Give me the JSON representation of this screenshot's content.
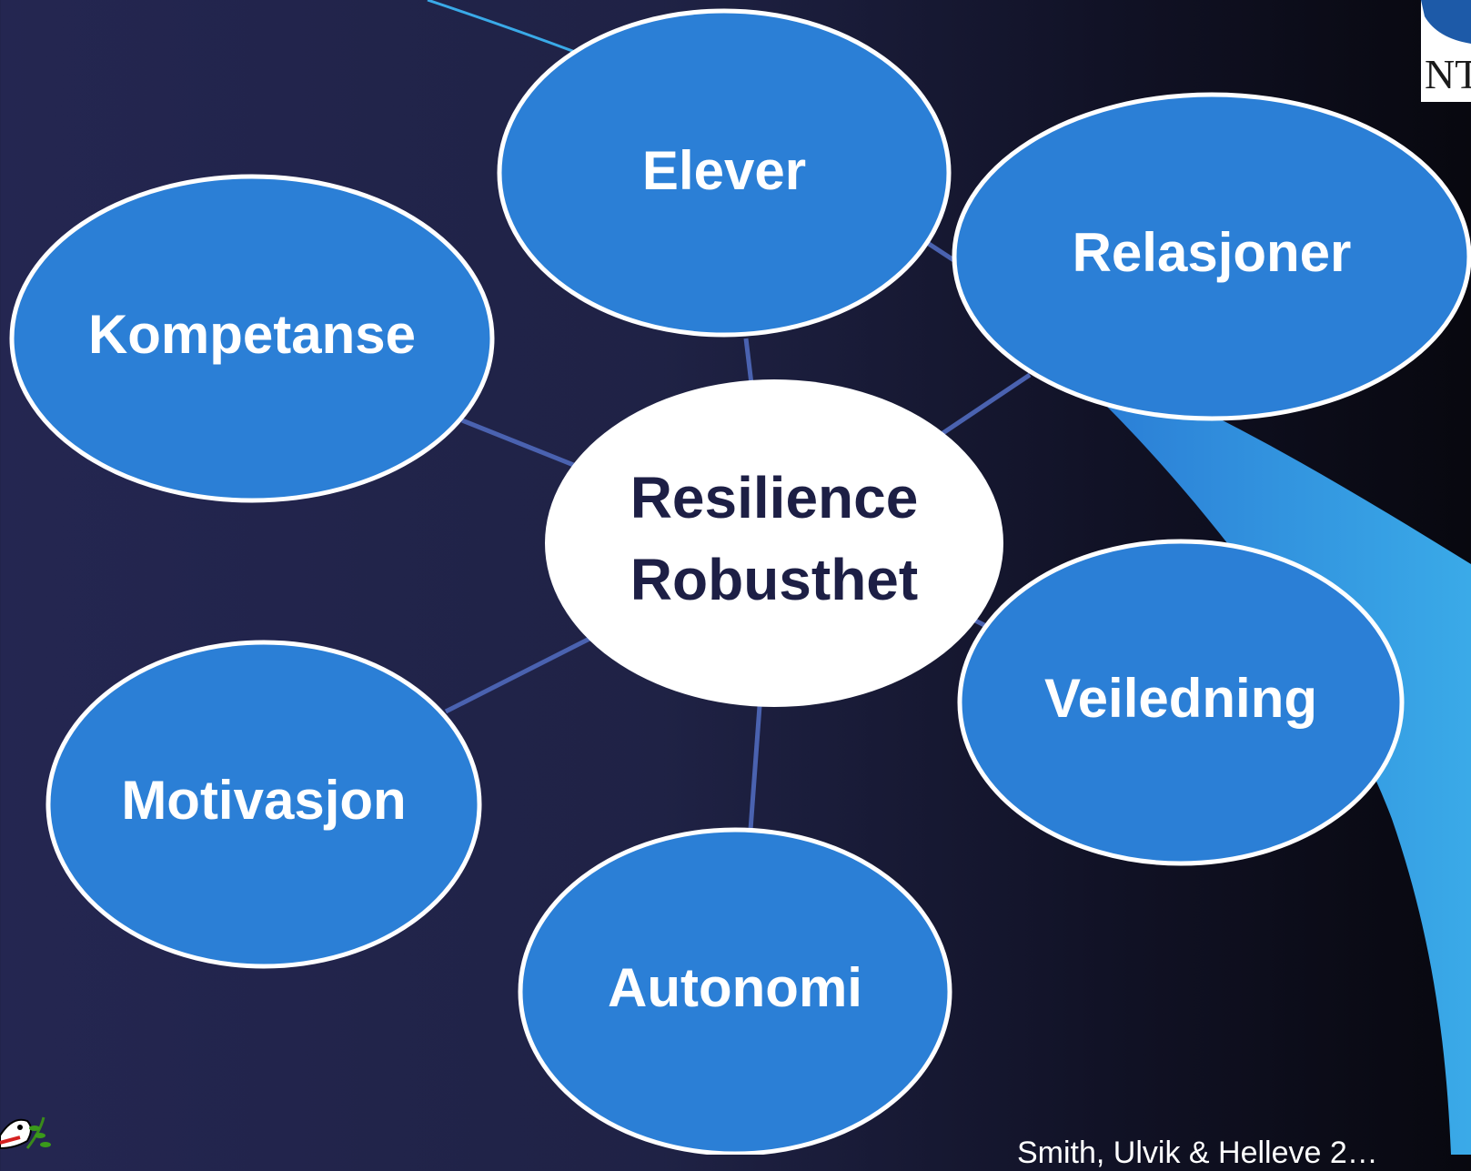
{
  "diagram": {
    "center": {
      "line1": "Resilience",
      "line2": "Robusthet"
    },
    "nodes": [
      {
        "id": "elever",
        "label": "Elever"
      },
      {
        "id": "relasjoner",
        "label": "Relasjoner"
      },
      {
        "id": "kompetanse",
        "label": "Kompetanse"
      },
      {
        "id": "veiledning",
        "label": "Veiledning"
      },
      {
        "id": "motivasjon",
        "label": "Motivasjon"
      },
      {
        "id": "autonomi",
        "label": "Autonomi"
      }
    ]
  },
  "footer": {
    "citation": "Smith, Ulvik & Helleve 2…"
  },
  "logo": {
    "text": "NT"
  },
  "colors": {
    "background": "#1f2245",
    "node_fill": "#2b7fd6",
    "node_stroke": "#ffffff",
    "center_fill": "#ffffff",
    "center_text": "#1d1f45",
    "connector": "#4a62b0",
    "accent_swoosh": "#3aaae8"
  },
  "icons": [
    "bird-with-branch-icon",
    "university-logo-icon"
  ]
}
